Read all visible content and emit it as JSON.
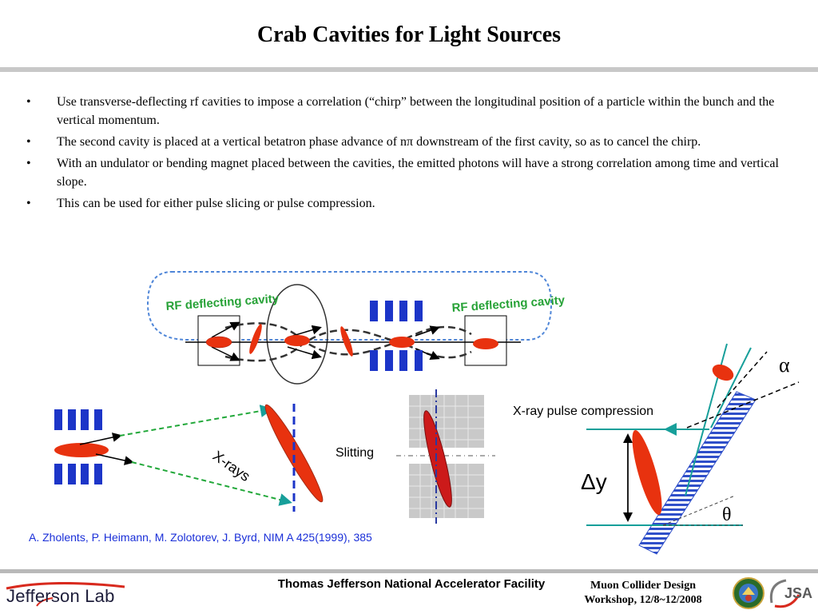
{
  "title": "Crab Cavities for Light Sources",
  "bullets": [
    "Use transverse-deflecting rf cavities to impose a correlation  (“chirp” between the longitudinal position of a particle within the bunch and the vertical momentum.",
    "The second cavity is placed at a vertical betatron phase advance of nπ downstream of the first cavity, so as to cancel the chirp.",
    "With an undulator or bending magnet placed between the cavities, the emitted photons will have a strong correlation among time and vertical slope.",
    "This can be used for either pulse slicing or pulse compression."
  ],
  "bullet_symbol": "•",
  "figure": {
    "rf_label_left": "RF deflecting cavity",
    "rf_label_right": "RF deflecting cavity",
    "xrays_label": "X-rays",
    "slitting_label": "Slitting",
    "compression_label": "X-ray pulse compression",
    "alpha_symbol": "α",
    "delta_y_label": "Δy",
    "theta_symbol": "θ"
  },
  "citation": "A. Zholents, P. Heimann, M. Zolotorev, J. Byrd, NIM A 425(1999), 385",
  "footer": {
    "logo_text": "Jefferson Lab",
    "facility": "Thomas Jefferson National Accelerator Facility",
    "workshop_line1": "Muon Collider Design",
    "workshop_line2": "Workshop, 12/8~12/2008",
    "jsa_text": "JSA"
  },
  "colors": {
    "magnet_blue": "#1c35c8",
    "bunch_red": "#e8320f",
    "xray_green": "#22a83a",
    "teal_line": "#179f9a",
    "green_label": "#27a237",
    "citation_blue": "#1a2fd8"
  }
}
